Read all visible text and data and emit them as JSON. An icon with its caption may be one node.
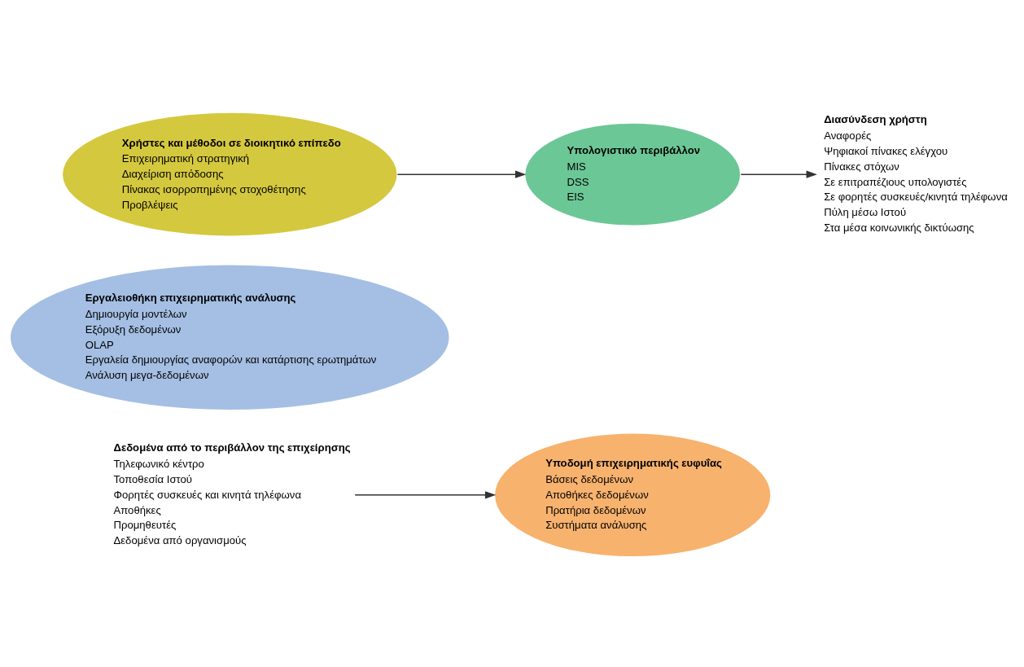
{
  "diagram": {
    "nodes": [
      {
        "text": [
          "Δεδομένα από το περιβάλλον της επιχείρησης",
          "Τηλεφωνικό κέντρο",
          "Τοποθεσία Ιστού",
          "Φορητές συσκευές και κινητά τηλέφωνα",
          "Αποθήκες",
          "Προμηθευτές",
          "Δεδομένα από οργανισμούς"
        ]
      },
      {
        "text": [
          "Υποδομή επιχειρηματικής ευφυΐας",
          "Βάσεις δεδομένων",
          "Αποθήκες δεδομένων",
          "Πρατήρια δεδομένων",
          "Συστήματα ανάλυσης"
        ]
      },
      {
        "text": [
          "Εργαλειοθήκη επιχειρηματικής ανάλυσης",
          "Δημιουργία μοντέλων",
          "Εξόρυξη δεδομένων",
          "OLAP",
          "Εργαλεία δημιουργίας αναφορών και κατάρτισης ερωτημάτων",
          "Ανάλυση μεγα-δεδομένων"
        ]
      },
      {
        "text": [
          "Χρήστες και μέθοδοι σε διοικητικό επίπεδο",
          "Επιχειρηματική στρατηγική",
          "Διαχείριση απόδοσης",
          "Πίνακας ισορροπημένης στοχοθέτησης",
          "Προβλέψεις"
        ]
      },
      {
        "text": [
          "Υπολογιστικό περιβάλλον",
          "MIS",
          "DSS",
          "EIS"
        ]
      },
      {
        "text": [
          "Διασύνδεση χρήστη",
          "Αναφορές",
          "Ψηφιακοί πίνακες ελέγχου",
          "Πίνακες στόχων",
          "Σε επιτραπέζιους υπολογιστές",
          "Σε φορητές συσκευές/κινητά τηλέφωνα",
          "Πύλη μέσω Ιστού",
          "Στα μέσα κοινωνικής δικτύωσης"
        ]
      }
    ],
    "edges": [
      {
        "from": 0,
        "to": 1,
        "arrow": "to"
      },
      {
        "from": 3,
        "to": 4,
        "arrow": "to"
      },
      {
        "from": 4,
        "to": 5,
        "arrow": "to"
      }
    ]
  }
}
